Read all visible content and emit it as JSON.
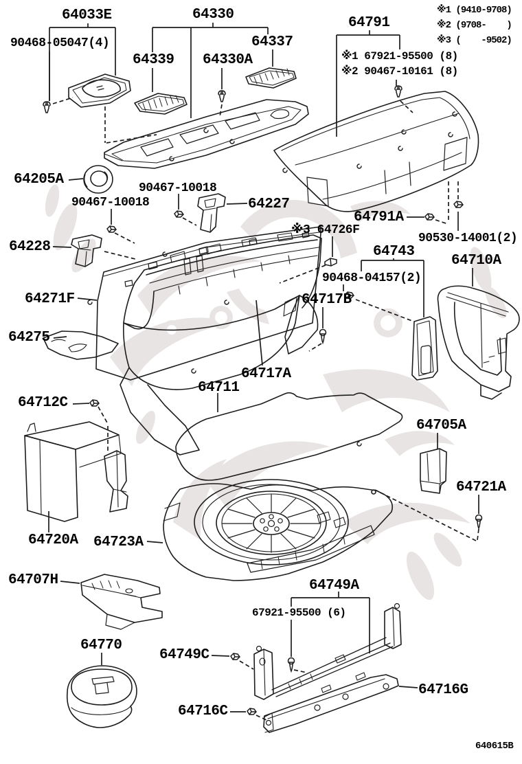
{
  "diagram_code": "640615B",
  "notes": {
    "n1": "※1 (9410-9708)",
    "n2": "※2 (9708-    )",
    "n3": "※3 (    -9502)"
  },
  "labels": {
    "p64033E": "64033E",
    "f90468_05047": "90468-05047(4)",
    "p64330": "64330",
    "p64339": "64339",
    "p64330A": "64330A",
    "p64337": "64337",
    "p64791": "64791",
    "f67921_95500_8": "※1 67921-95500 (8)",
    "f90467_10161_8": "※2 90467-10161 (8)",
    "p64205A": "64205A",
    "f90467_10018a": "90467-10018",
    "f90467_10018b": "90467-10018",
    "p64227": "64227",
    "p64228": "64228",
    "p64791A": "64791A",
    "p64726F": "※3 64726F",
    "f90530_14001": "90530-14001(2)",
    "p64743": "64743",
    "p64710A": "64710A",
    "f90468_04157": "90468-04157(2)",
    "p64717B": "64717B",
    "p64271F": "64271F",
    "p64275": "64275",
    "p64717A": "64717A",
    "p64711": "64711",
    "p64712C": "64712C",
    "p64705A": "64705A",
    "p64721A": "64721A",
    "p64720A": "64720A",
    "p64723A": "64723A",
    "p64707H": "64707H",
    "p64749A": "64749A",
    "f67921_95500_6": "67921-95500 (6)",
    "p64770": "64770",
    "p64749C": "64749C",
    "p64716G": "64716G",
    "p64716C": "64716C"
  },
  "colors": {
    "line": "#1c1c1c",
    "watermark": "#e8e4e3",
    "background": "#ffffff"
  }
}
